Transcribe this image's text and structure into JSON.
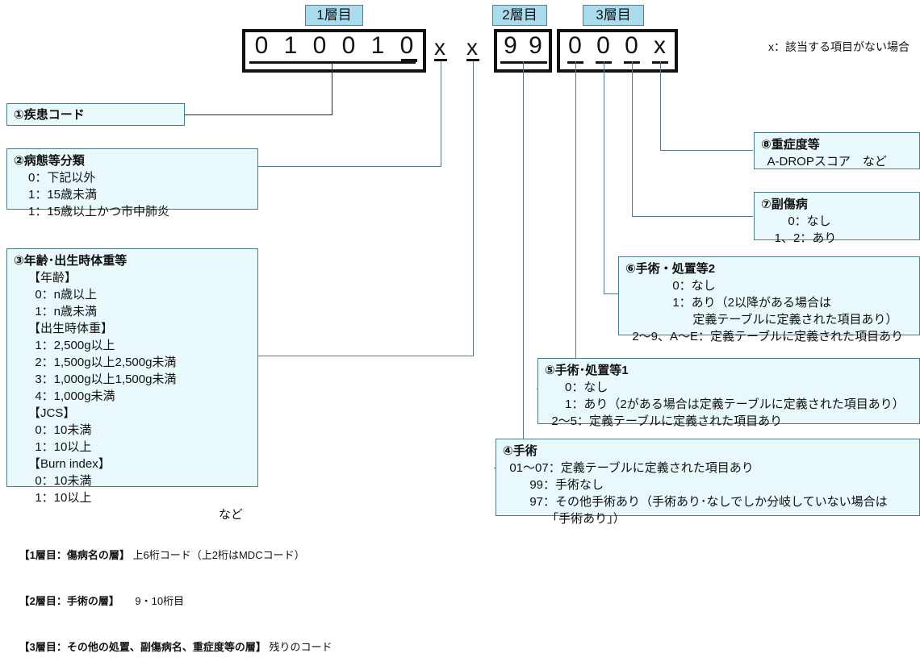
{
  "layer_tags": [
    {
      "label": "1層目"
    },
    {
      "label": "2層目"
    },
    {
      "label": "3層目"
    }
  ],
  "code": {
    "layer1_digits": [
      "0",
      "1",
      "0",
      "0",
      "1",
      "0"
    ],
    "separator_digits": [
      "x",
      "x"
    ],
    "layer2_digits": [
      "9",
      "9"
    ],
    "layer3_digits": [
      "0",
      "0",
      "0",
      "x"
    ]
  },
  "legend": {
    "text": "x：該当する項目がない場合"
  },
  "boxes": {
    "b1": {
      "title": "①疾患コード",
      "lines": []
    },
    "b2": {
      "title": "②病態等分類",
      "lines": [
        "0：下記以外",
        "1：15歳未満",
        "1：15歳以上かつ市中肺炎"
      ]
    },
    "b3": {
      "title": "③年齢･出生時体重等",
      "lines": [
        "【年齢】",
        "  0：n歳以上",
        "  1：n歳未満",
        "【出生時体重】",
        "  1：2,500g以上",
        "  2：1,500g以上2,500g未満",
        "  3：1,000g以上1,500g未満",
        "  4：1,000g未満",
        "【JCS】",
        "  0：10未満",
        "  1：10以上",
        "【Burn index】",
        "  0：10未満",
        "  1：10以上"
      ],
      "trailing": "など"
    },
    "b4": {
      "title": "④手術",
      "lines": [
        "  01～07：定義テーブルに定義された項目あり",
        "        99：手術なし",
        "        97：その他手術あり（手術あり･なしでしか分岐していない場合は",
        "             「手術あり」）"
      ]
    },
    "b5": {
      "title": "⑤手術･処置等1",
      "lines": [
        "      0：なし",
        "      1：あり（2がある場合は定義テーブルに定義された項目あり）",
        "  2～5：定義テーブルに定義された項目あり"
      ]
    },
    "b6": {
      "title": "⑥手術・処置等2",
      "lines": [
        "              0：なし",
        "              1：あり（2以降がある場合は",
        "                    定義テーブルに定義された項目あり）",
        "  2～9、A～E：定義テーブルに定義された項目あり"
      ]
    },
    "b7": {
      "title": "⑦副傷病",
      "lines": [
        "        0：なし",
        "    1、2：あり"
      ]
    },
    "b8": {
      "title": "⑧重症度等",
      "lines": [
        "  A-DROPスコア　など"
      ]
    }
  },
  "footer": [
    {
      "bold": "【1層目：傷病名の層】",
      "rest": " 上6桁コード（上2桁はMDCコード）"
    },
    {
      "bold": "【2層目：手術の層】",
      "rest": "　　9・10桁目"
    },
    {
      "bold": "【3層目：その他の処置、副傷病名、重症度等の層】",
      "rest": " 残りのコード"
    }
  ],
  "colors": {
    "tag_bg": "#aadcee",
    "box_bg": "#e8f8fb",
    "box_border": "#4a7b86",
    "frame": "#111111",
    "connector": "#5c7a82"
  }
}
